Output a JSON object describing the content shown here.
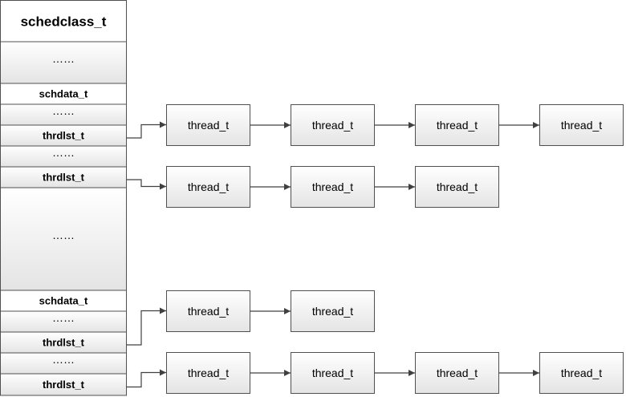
{
  "column": {
    "title": "schedclass_t",
    "rows": [
      {
        "kind": "title",
        "label": "schedclass_t"
      },
      {
        "kind": "ellipsis",
        "label": "……"
      },
      {
        "kind": "schdata",
        "label": "schdata_t"
      },
      {
        "kind": "ellipsis",
        "label": "……"
      },
      {
        "kind": "thrdlst",
        "label": "thrdlst_t",
        "list": 0
      },
      {
        "kind": "ellipsis",
        "label": "……"
      },
      {
        "kind": "thrdlst",
        "label": "thrdlst_t",
        "list": 1
      },
      {
        "kind": "ellipsis",
        "label": "……"
      },
      {
        "kind": "schdata",
        "label": "schdata_t"
      },
      {
        "kind": "ellipsis",
        "label": "……"
      },
      {
        "kind": "thrdlst",
        "label": "thrdlst_t",
        "list": 2
      },
      {
        "kind": "ellipsis",
        "label": "……"
      },
      {
        "kind": "thrdlst",
        "label": "thrdlst_t",
        "list": 3
      }
    ]
  },
  "lists": [
    {
      "nodes": [
        "thread_t",
        "thread_t",
        "thread_t",
        "thread_t"
      ]
    },
    {
      "nodes": [
        "thread_t",
        "thread_t",
        "thread_t"
      ]
    },
    {
      "nodes": [
        "thread_t",
        "thread_t"
      ]
    },
    {
      "nodes": [
        "thread_t",
        "thread_t",
        "thread_t",
        "thread_t"
      ]
    }
  ],
  "colors": {
    "box_fill_top": "#ffffff",
    "box_fill_bottom": "#e4e4e4",
    "border": "#505050",
    "arrow": "#404040",
    "text": "#000000"
  }
}
